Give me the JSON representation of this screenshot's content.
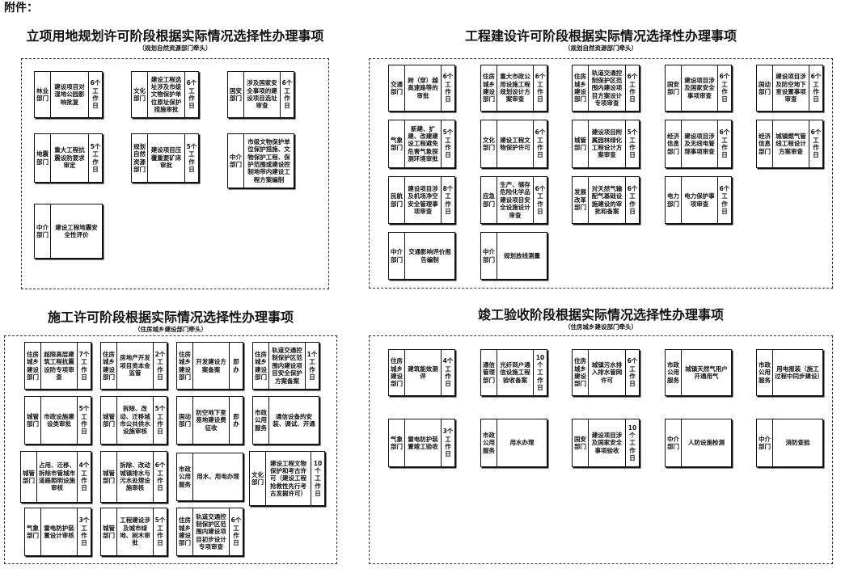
{
  "attachment_label": "附件：",
  "sections": [
    {
      "title": "立项用地规划许可阶段根据实际情况选择性办理事项",
      "lead": "（规划自然资源部门牵头）",
      "items": [
        {
          "dept": "林业部门",
          "matter": "建设项目对湿地公园影响批复",
          "time": "6个工作日"
        },
        {
          "dept": "文化部门",
          "matter": "建设工程选址涉及市级文物保护单位原址保护措施审批",
          "time": "6个工作日"
        },
        {
          "dept": "国安部门",
          "matter": "涉及国家安全事项的建设项目选址审查",
          "time": "6个工作日"
        },
        {
          "dept": "地震部门",
          "matter": "重大工程抗震设防要求审定",
          "time": "5个工作日"
        },
        {
          "dept": "规划自然资源部门",
          "matter": "建设项目压覆重要矿床审批",
          "time": "5个工作日"
        },
        {
          "dept": "中介部门",
          "matter": "市级文物保护单位保护措施、文物保护工程、保护范围或建设控制地带内建设工程方案编制"
        },
        {
          "dept": "中介部门",
          "matter": "建设工程地震安全性评价"
        }
      ]
    },
    {
      "title": "工程建设许可阶段根据实际情况选择性办理事项",
      "lead": "（规划自然资源部门牵头）",
      "items": [
        {
          "dept": "交通部门",
          "matter": "跨（穿）越高速路等的审批",
          "time": "6个工作日"
        },
        {
          "dept": "住房城乡建设部门",
          "matter": "重大市政公用设施工程规划设计方案审查",
          "time": "6个工作日"
        },
        {
          "dept": "住房城乡建设部门",
          "matter": "轨道交通控制保护区范围内建设项目方案设计专项审查",
          "time": "6个工作日"
        },
        {
          "dept": "国安部门",
          "matter": "建设项目涉及国家安全事项审查",
          "time": "6个工作日"
        },
        {
          "dept": "国动部门",
          "matter": "建设项目涉及防空地下室设置事项审查",
          "time": "6个工作日"
        },
        {
          "dept": "气象部门",
          "matter": "新建、扩建、改建建设工程避免危害气象探测环境审批",
          "time": "5个工作日"
        },
        {
          "dept": "文化部门",
          "matter": "建设工程文物保护许可",
          "time": "6个工作日"
        },
        {
          "dept": "城管部门",
          "matter": "建设项目附属园林绿化工程设计方案审查",
          "time": "5个工作日"
        },
        {
          "dept": "经济信息部门",
          "matter": "建设项目涉及无线电管理事项审查",
          "time": "6个工作日"
        },
        {
          "dept": "经济信息部门",
          "matter": "城镇燃气管线工程设计方案审查",
          "time": "6个工作日"
        },
        {
          "dept": "民航部门",
          "matter": "建设项目涉及机场净空安全管理事项审查",
          "time": "8个工作日"
        },
        {
          "dept": "应急部门",
          "matter": "生产、储存危险化学品建设项目安全设施设计审查",
          "time": "6个工作日"
        },
        {
          "dept": "发展改革部门",
          "matter": "对天然气输配气基础设施建设的审批和备案",
          "time": "6个工作日"
        },
        {
          "dept": "电力部门",
          "matter": "电力保护事项审查",
          "time": "6个工作日"
        },
        {
          "dept": "中介部门",
          "matter": "交通影响评价报告编制"
        },
        {
          "dept": "中介部门",
          "matter": "规划放线测量"
        }
      ]
    },
    {
      "title": "施工许可阶段根据实际情况选择性办理事项",
      "lead": "（住房城乡建设部门牵头）",
      "items": [
        {
          "dept": "住房城乡建设部门",
          "matter": "超限高层建筑工程抗震设防专项审查",
          "time": "7个工作日"
        },
        {
          "dept": "住房城乡建设部门",
          "matter": "房地产开发项目资本金监管",
          "time": "2个工作日"
        },
        {
          "dept": "住房城乡建设部门",
          "matter": "开发建设方案备案",
          "time": "即办"
        },
        {
          "dept": "住房城乡建设部门",
          "matter": "轨道交通控制保护区范围内建设项目安全保护方案备案",
          "time": "1个工作日"
        },
        {
          "dept": "城管部门",
          "matter": "市政设施建设类审批",
          "time": "5个工作日"
        },
        {
          "dept": "城管部门",
          "matter": "拆除、改动、迁移城市公共供水设施审核",
          "time": "5个工作日"
        },
        {
          "dept": "国动部门",
          "matter": "防空地下室易地建设费征收",
          "time": "即办"
        },
        {
          "dept": "市政公用服务",
          "matter": "通信设备的安装、调试、开通"
        },
        {
          "dept": "城管部门",
          "matter": "占用、迁移、拆除市管城市道路照明设施审核",
          "time": "4个工作日"
        },
        {
          "dept": "城管部门",
          "matter": "拆除、改动城镇排水与污水处理设施审核",
          "time": "6个工作日"
        },
        {
          "dept": "市政公用服务",
          "matter": "用水、用电办理"
        },
        {
          "dept": "文化部门",
          "matter": "建设工程文物保护和考古许可（建设工程抢救性先行考古发掘许可）",
          "time": "10个工作日"
        },
        {
          "dept": "气象部门",
          "matter": "雷电防护装置设计审核",
          "time": "3个工作日"
        },
        {
          "dept": "城管部门",
          "matter": "工程建设涉及城市绿地、树木审批",
          "time": "5个工作日"
        },
        {
          "dept": "住房城乡建设部门",
          "matter": "轨道交通控制保护区范围内建设项目初步设计专项审查",
          "time": "6个工作日"
        }
      ]
    },
    {
      "title": "竣工验收阶段根据实际情况选择性办理事项",
      "lead": "（住房城乡建设部门牵头）",
      "items": [
        {
          "dept": "住房城乡建设部门",
          "matter": "建筑能效测评",
          "time": "4个工作日"
        },
        {
          "dept": "通信管理部门",
          "matter": "光纤到户通信设施工程验收备案",
          "time": "10个工作日"
        },
        {
          "dept": "住房城乡建设部门",
          "matter": "城镇污水排入排水管网许可",
          "time": "6个工作日"
        },
        {
          "dept": "市政公用服务",
          "matter": "城镇天然气用户开通用气"
        },
        {
          "dept": "市政公用服务",
          "matter": "用电报装（施工过程中同步建设）"
        },
        {
          "dept": "气象部门",
          "matter": "雷电防护装置竣工验收",
          "time": "3个工作日"
        },
        {
          "dept": "市政公用服务",
          "matter": "用水办理"
        },
        {
          "dept": "国安部门",
          "matter": "建设项目涉及国家安全事项验收",
          "time": "10个工作日"
        },
        {
          "dept": "中介部门",
          "matter": "人防设施检测"
        },
        {
          "dept": "中介部门",
          "matter": "消防查验"
        }
      ]
    }
  ]
}
